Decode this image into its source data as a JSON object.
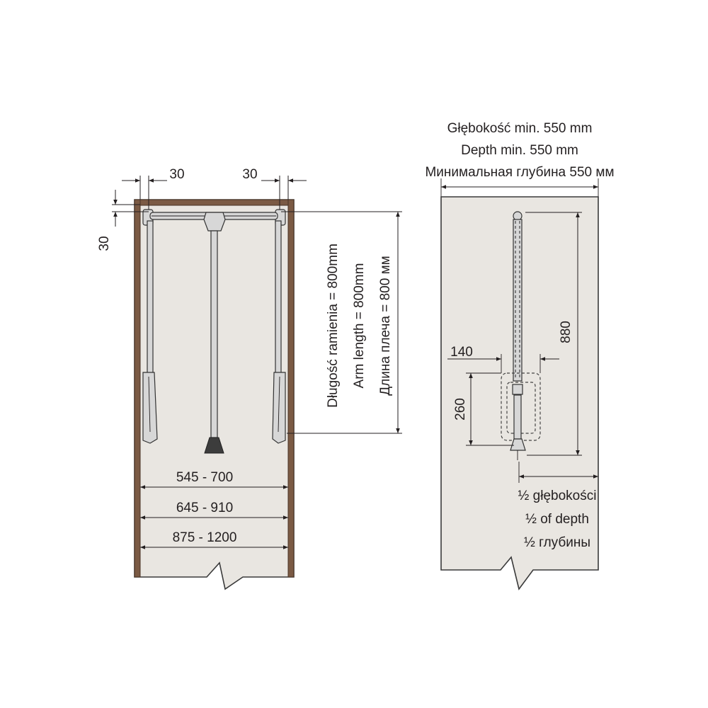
{
  "front_view": {
    "dim_left_gap": "30",
    "dim_right_gap": "30",
    "dim_top_gap": "30",
    "arm_length": [
      "Długość ramienia = 800mm",
      "Arm length = 800mm",
      "Длина плеча = 800 мм"
    ],
    "widths": [
      "545 - 700",
      "645 - 910",
      "875 - 1200"
    ]
  },
  "side_view": {
    "depth_caption": [
      "Głębokość min. 550 mm",
      "Depth min. 550 mm",
      "Минимальная глубина 550 мм"
    ],
    "height_total": "880",
    "head_width": "140",
    "head_height": "260",
    "half_depth": [
      "½ głębokości",
      "½ of depth",
      "½ глубины"
    ]
  }
}
